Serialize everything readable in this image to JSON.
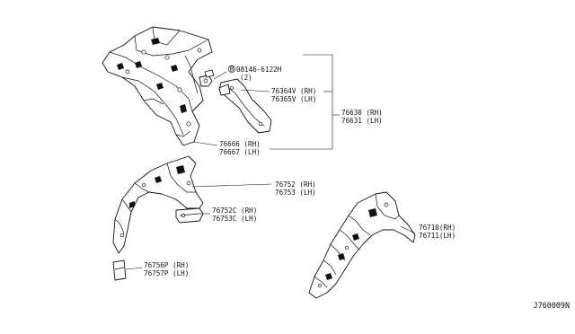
{
  "labels": {
    "bolt": {
      "prefix": "B",
      "number": "08146-6122H",
      "qty": "(2)"
    },
    "p76364": {
      "rh": "76364V (RH)",
      "lh": "76365V (LH)"
    },
    "p76630": {
      "rh": "76630 (RH)",
      "lh": "76631 (LH)"
    },
    "p76666": {
      "rh": "76666 (RH)",
      "lh": "76667 (LH)"
    },
    "p76752": {
      "rh": "76752 (RH)",
      "lh": "76753 (LH)"
    },
    "p76752c": {
      "rh": "76752C (RH)",
      "lh": "76753C (LH)"
    },
    "p76756": {
      "rh": "76756P (RH)",
      "lh": "76757P (LH)"
    },
    "p76710": {
      "rh": "76710(RH)",
      "lh": "76711(LH)"
    }
  },
  "diagram_code": "J760009N"
}
